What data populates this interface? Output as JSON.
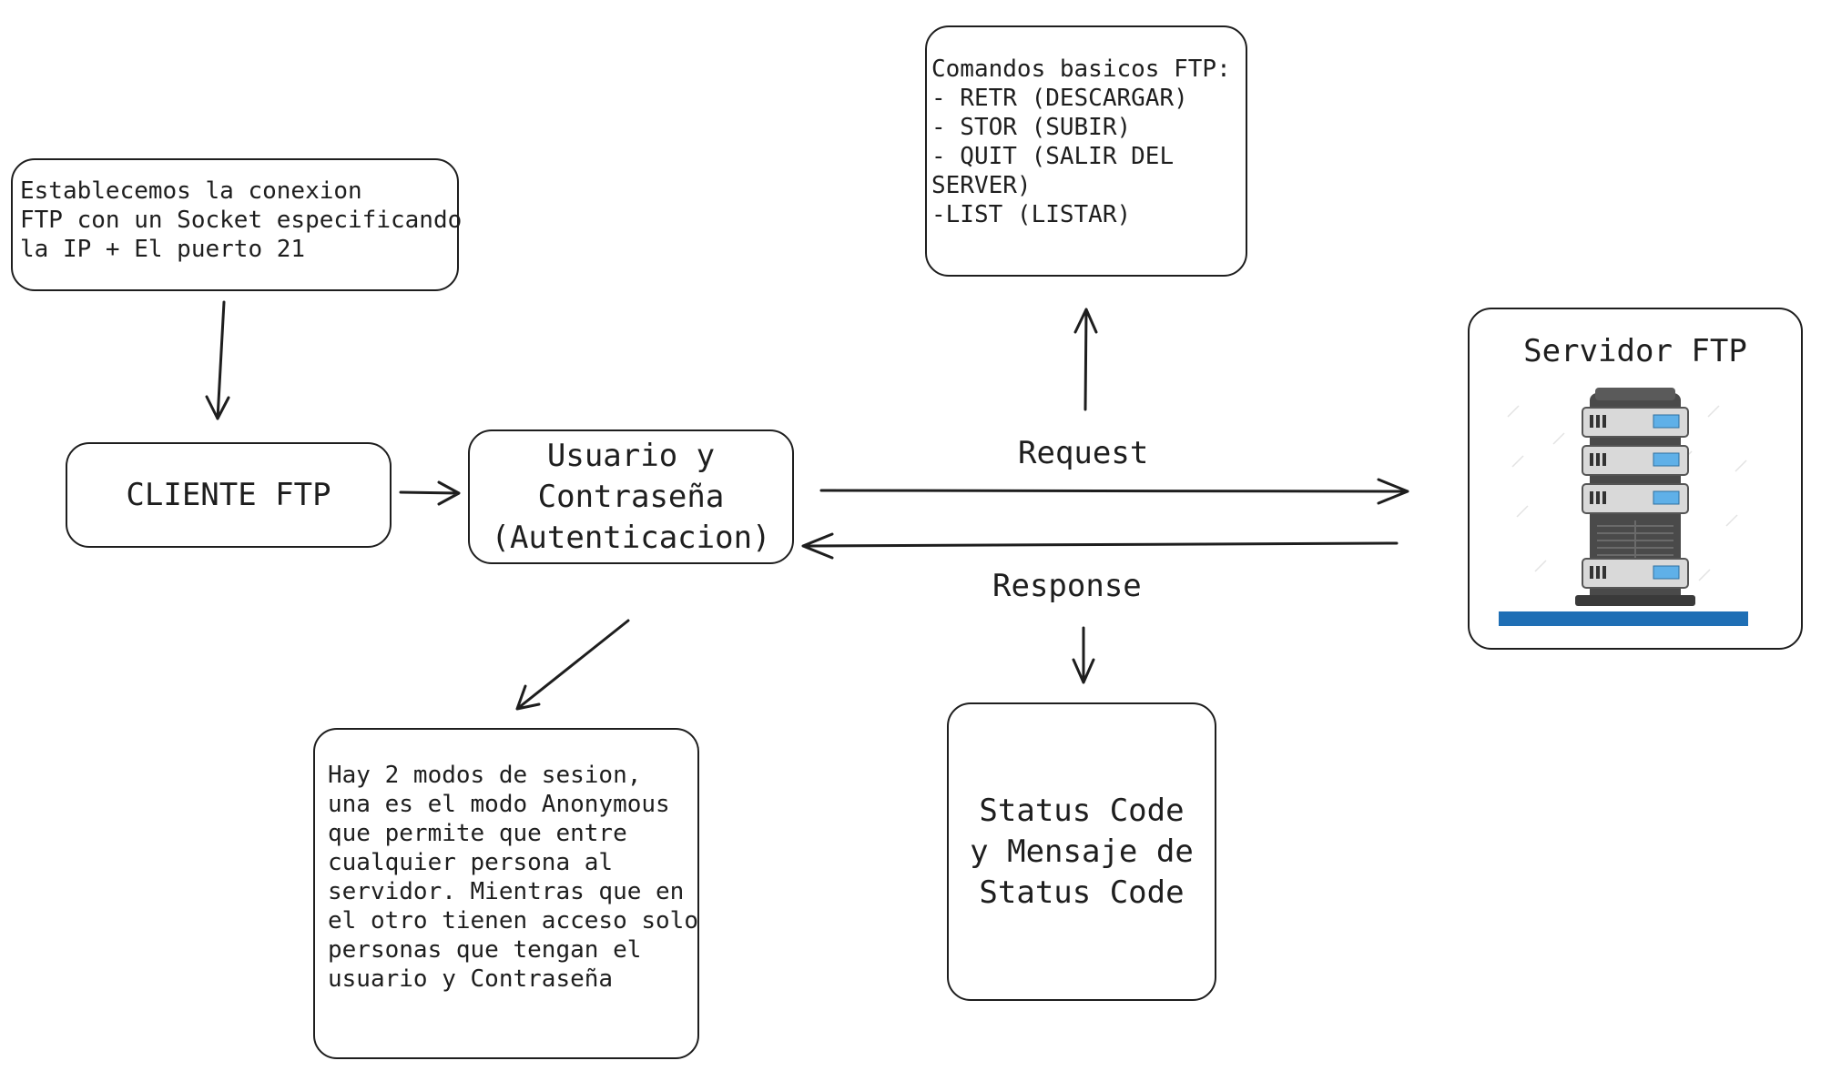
{
  "diagram": {
    "note_connection": "Establecemos la conexion\nFTP con un Socket especificando\nla IP + El puerto 21",
    "client": "CLIENTE FTP",
    "auth": "Usuario y\nContraseña\n(Autenticacion)",
    "commands": "Comandos basicos FTP:\n- RETR (DESCARGAR)\n- STOR (SUBIR)\n- QUIT (SALIR DEL\nSERVER)\n-LIST (LISTAR)",
    "request": "Request",
    "response": "Response",
    "server_title": "Servidor FTP",
    "server_icon": "server-rack-icon",
    "session_modes": "Hay 2 modos de sesion,\nuna es el modo Anonymous\nque permite que entre\ncualquier persona al\nservidor. Mientras que en\nel otro tienen acceso solo\npersonas que tengan el\nusuario y Contraseña",
    "status": "Status Code\ny Mensaje de\nStatus Code"
  },
  "colors": {
    "stroke": "#1e1e1e",
    "server_blue": "#1f6fb5",
    "server_grey": "#4a4a4a",
    "server_screen": "#5fb0e8"
  }
}
